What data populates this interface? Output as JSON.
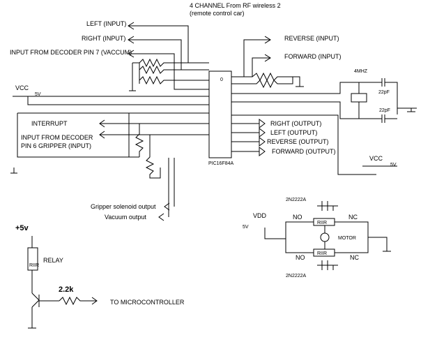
{
  "header": {
    "line1": "4 CHANNEL From RF wireless 2",
    "line2": "(remote control car)"
  },
  "inputs": {
    "left": "LEFT (INPUT)",
    "right": "RIGHT (INPUT)",
    "vaccum": "INPUT FROM DECODER PIN 7 (VACCUM)",
    "reverse": "REVERSE (INPUT)",
    "forward": "FORWARD (INPUT)"
  },
  "power": {
    "vcc_left": "VCC",
    "v5_left": "5V",
    "vcc_right": "VCC",
    "v5_right": "5V",
    "vdd": "VDD",
    "v5_motor": "5V",
    "plus5v": "+5v"
  },
  "crystal": {
    "freq": "4MHZ",
    "cap1": "22pF",
    "cap2": "22pF"
  },
  "chip": {
    "name": "PIC16F84A",
    "pin1": "0"
  },
  "left_block": {
    "interrupt": "INTERRUPT",
    "gripper_line1": "INPUT FROM DECODER",
    "gripper_line2": "PIN 6 GRIPPER (INPUT)"
  },
  "outputs": {
    "right": "RIGHT (OUTPUT)",
    "left": "LEFT (OUTPUT)",
    "reverse": "REVERSE (OUTPUT)",
    "forward": "FORWARD (OUTPUT)",
    "gripper": "Gripper solenoid output",
    "vacuum": "Vacuum output"
  },
  "motor": {
    "t_top": "2N2222A",
    "t_bottom": "2N2222A",
    "no_top": "NO",
    "nc_top": "NC",
    "no_bottom": "NO",
    "nc_bottom": "NC",
    "motor": "MOTOR",
    "relay_tl": "RIIR",
    "relay_bl": "RIIR"
  },
  "relay_circuit": {
    "relay": "RELAY",
    "relay_coil": "RIIR",
    "resistor": "2.2k",
    "to_mcu": "TO MICROCONTROLLER"
  }
}
